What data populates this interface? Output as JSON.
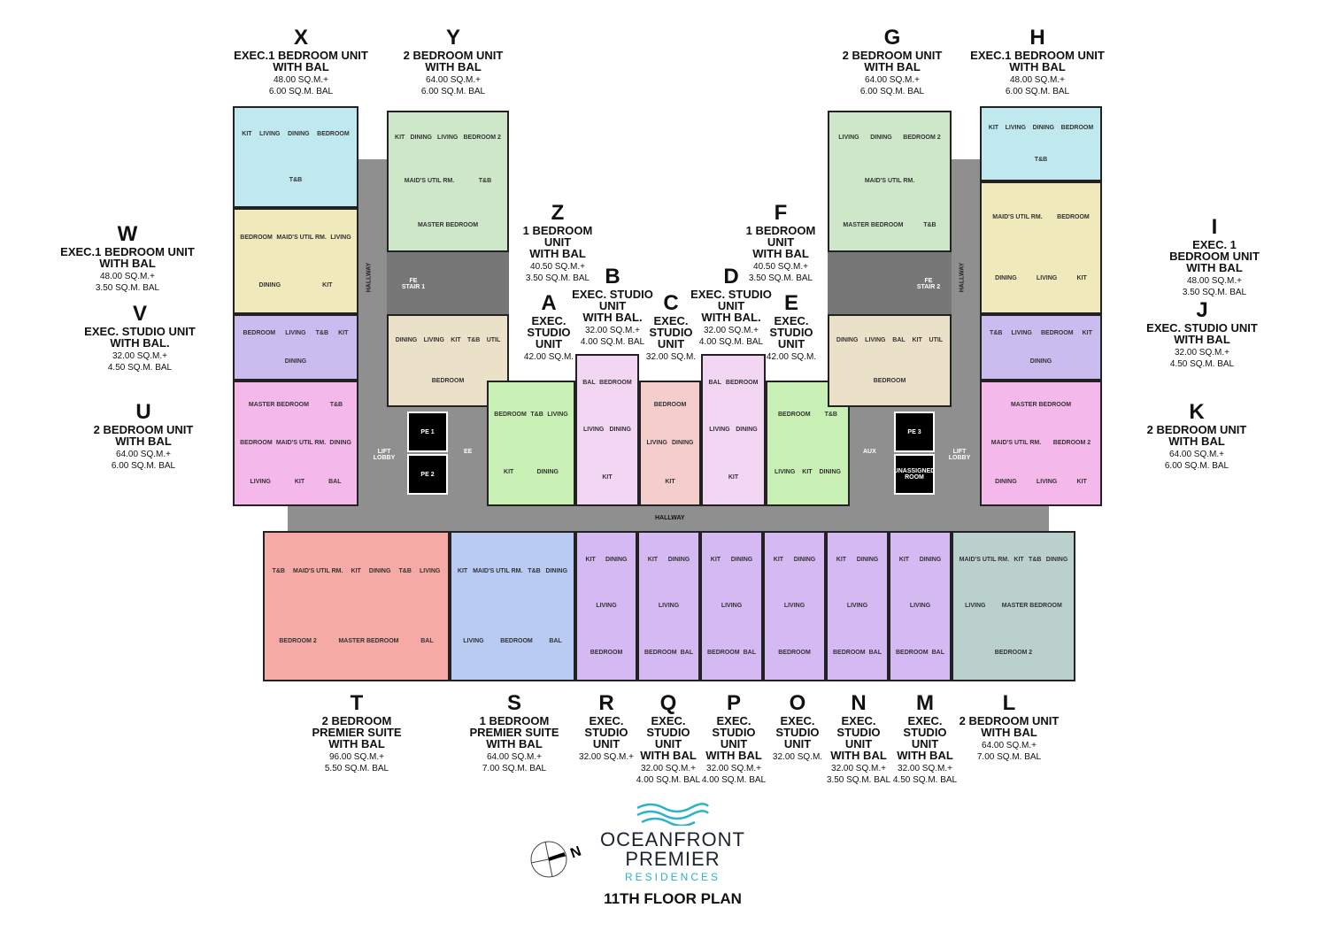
{
  "units": [
    {
      "id": "X",
      "type": "EXEC.1 BEDROOM UNIT\nWITH BAL",
      "area": "48.00 SQ.M.+\n6.00 SQ.M. BAL",
      "color": "#bfe9ee",
      "rooms": [
        "KIT",
        "LIVING",
        "DINING",
        "BEDROOM",
        "T&B"
      ]
    },
    {
      "id": "Y",
      "type": "2 BEDROOM UNIT\nWITH BAL",
      "area": "64.00 SQ.M.+\n6.00 SQ.M. BAL",
      "color": "#cfe7c9",
      "rooms": [
        "KIT",
        "DINING",
        "LIVING",
        "BEDROOM 2",
        "MAID'S UTIL RM.",
        "T&B",
        "MASTER BEDROOM"
      ]
    },
    {
      "id": "Z",
      "type": "1 BEDROOM\nUNIT\nWITH BAL",
      "area": "40.50 SQ.M.+\n3.50 SQ.M. BAL",
      "color": "#ebe1c9",
      "rooms": [
        "DINING",
        "LIVING",
        "KIT",
        "T&B",
        "UTIL",
        "BEDROOM"
      ]
    },
    {
      "id": "A",
      "type": "EXEC.\nSTUDIO\nUNIT",
      "area": "42.00 SQ.M.",
      "color": "#c9f0b4",
      "rooms": [
        "BEDROOM",
        "T&B",
        "LIVING",
        "KIT",
        "DINING"
      ]
    },
    {
      "id": "B",
      "type": "EXEC. STUDIO\nUNIT\nWITH BAL.",
      "area": "32.00 SQ.M.+\n4.00 SQ.M. BAL",
      "color": "#f3d6f3",
      "rooms": [
        "BAL",
        "BEDROOM",
        "LIVING",
        "DINING",
        "KIT"
      ]
    },
    {
      "id": "C",
      "type": "EXEC.\nSTUDIO\nUNIT",
      "area": "32.00 SQ.M.",
      "color": "#f6cdcd",
      "rooms": [
        "BEDROOM",
        "LIVING",
        "DINING",
        "KIT"
      ]
    },
    {
      "id": "D",
      "type": "EXEC. STUDIO\nUNIT\nWITH BAL.",
      "area": "32.00 SQ.M.+\n4.00 SQ.M. BAL",
      "color": "#f3d6f3",
      "rooms": [
        "BAL",
        "BEDROOM",
        "LIVING",
        "DINING",
        "KIT"
      ]
    },
    {
      "id": "E",
      "type": "EXEC.\nSTUDIO\nUNIT",
      "area": "42.00 SQ.M.",
      "color": "#c9f0b4",
      "rooms": [
        "BEDROOM",
        "T&B",
        "LIVING",
        "KIT",
        "DINING"
      ]
    },
    {
      "id": "F",
      "type": "1 BEDROOM\nUNIT\nWITH BAL",
      "area": "40.50 SQ.M.+\n3.50 SQ.M. BAL",
      "color": "#ebe1c9",
      "rooms": [
        "DINING",
        "LIVING",
        "BAL",
        "KIT",
        "UTIL",
        "BEDROOM"
      ]
    },
    {
      "id": "G",
      "type": "2 BEDROOM UNIT\nWITH BAL",
      "area": "64.00 SQ.M.+\n6.00 SQ.M. BAL",
      "color": "#cfe7c9",
      "rooms": [
        "LIVING",
        "DINING",
        "BEDROOM 2",
        "MAID'S UTIL RM.",
        "MASTER BEDROOM",
        "T&B"
      ]
    },
    {
      "id": "H",
      "type": "EXEC.1 BEDROOM UNIT\nWITH BAL",
      "area": "48.00 SQ.M.+\n6.00 SQ.M. BAL",
      "color": "#bfe9ee",
      "rooms": [
        "KIT",
        "LIVING",
        "DINING",
        "BEDROOM",
        "T&B"
      ]
    },
    {
      "id": "I",
      "type": "EXEC. 1 BEDROOM UNIT\nWITH BAL",
      "area": "48.00 SQ.M.+\n3.50 SQ.M. BAL",
      "color": "#efe9bb",
      "rooms": [
        "MAID'S UTIL RM.",
        "BEDROOM",
        "DINING",
        "LIVING",
        "KIT"
      ]
    },
    {
      "id": "J",
      "type": "EXEC. STUDIO UNIT\nWITH BAL",
      "area": "32.00 SQ.M.+\n4.50 SQ.M. BAL",
      "color": "#cbbcf0",
      "rooms": [
        "T&B",
        "LIVING",
        "BEDROOM",
        "KIT",
        "DINING"
      ]
    },
    {
      "id": "K",
      "type": "2 BEDROOM UNIT\nWITH BAL",
      "area": "64.00 SQ.M.+\n6.00 SQ.M. BAL",
      "color": "#f5b8eb",
      "rooms": [
        "MASTER BEDROOM",
        "MAID'S UTIL RM.",
        "BEDROOM 2",
        "DINING",
        "LIVING",
        "KIT"
      ]
    },
    {
      "id": "L",
      "type": "2 BEDROOM UNIT\nWITH BAL",
      "area": "64.00 SQ.M.+\n7.00 SQ.M. BAL",
      "color": "#b9d0cd",
      "rooms": [
        "MAID'S UTIL RM.",
        "KIT",
        "T&B",
        "DINING",
        "LIVING",
        "MASTER BEDROOM",
        "BEDROOM 2"
      ]
    },
    {
      "id": "M",
      "type": "EXEC.\nSTUDIO\nUNIT\nWITH BAL",
      "area": "32.00 SQ.M.+\n4.50 SQ.M. BAL",
      "color": "#d5b9f3",
      "rooms": [
        "KIT",
        "DINING",
        "LIVING",
        "BEDROOM",
        "BAL"
      ]
    },
    {
      "id": "N",
      "type": "EXEC.\nSTUDIO\nUNIT\nWITH BAL",
      "area": "32.00 SQ.M.+\n3.50 SQ.M. BAL",
      "color": "#d5b9f3",
      "rooms": [
        "KIT",
        "DINING",
        "LIVING",
        "BEDROOM",
        "BAL"
      ]
    },
    {
      "id": "O",
      "type": "EXEC.\nSTUDIO\nUNIT",
      "area": "32.00 SQ.M.",
      "color": "#d5b9f3",
      "rooms": [
        "KIT",
        "DINING",
        "LIVING",
        "BEDROOM"
      ]
    },
    {
      "id": "P",
      "type": "EXEC.\nSTUDIO\nUNIT\nWITH BAL",
      "area": "32.00 SQ.M.+\n4.00 SQ.M. BAL",
      "color": "#d5b9f3",
      "rooms": [
        "KIT",
        "DINING",
        "LIVING",
        "BEDROOM",
        "BAL"
      ]
    },
    {
      "id": "Q",
      "type": "EXEC.\nSTUDIO\nUNIT\nWITH BAL",
      "area": "32.00 SQ.M.+\n4.00 SQ.M. BAL",
      "color": "#d5b9f3",
      "rooms": [
        "KIT",
        "DINING",
        "LIVING",
        "BEDROOM",
        "BAL"
      ]
    },
    {
      "id": "R",
      "type": "EXEC.\nSTUDIO\nUNIT",
      "area": "32.00 SQ.M.+",
      "color": "#d5b9f3",
      "rooms": [
        "KIT",
        "DINING",
        "LIVING",
        "BEDROOM"
      ]
    },
    {
      "id": "S",
      "type": "1 BEDROOM\nPREMIER SUITE\nWITH BAL",
      "area": "64.00 SQ.M.+\n7.00 SQ.M. BAL",
      "color": "#b9caf3",
      "rooms": [
        "KIT",
        "MAID'S UTIL RM.",
        "T&B",
        "DINING",
        "LIVING",
        "BEDROOM",
        "BAL"
      ]
    },
    {
      "id": "T",
      "type": "2 BEDROOM\nPREMIER SUITE\nWITH BAL",
      "area": "96.00 SQ.M.+\n5.50 SQ.M. BAL",
      "color": "#f5aaa6",
      "rooms": [
        "T&B",
        "MAID'S UTIL RM.",
        "KIT",
        "DINING",
        "T&B",
        "LIVING",
        "BEDROOM 2",
        "MASTER BEDROOM",
        "BAL"
      ]
    },
    {
      "id": "U",
      "type": "2 BEDROOM UNIT\nWITH BAL",
      "area": "64.00 SQ.M.+\n6.00 SQ.M. BAL",
      "color": "#f5b8eb",
      "rooms": [
        "MASTER BEDROOM",
        "T&B",
        "BEDROOM",
        "MAID'S UTIL RM.",
        "DINING",
        "LIVING",
        "KIT",
        "BAL"
      ]
    },
    {
      "id": "V",
      "type": "EXEC. STUDIO UNIT\nWITH BAL.",
      "area": "32.00 SQ.M.+\n4.50 SQ.M. BAL",
      "color": "#cbbcf0",
      "rooms": [
        "BEDROOM",
        "LIVING",
        "T&B",
        "KIT",
        "DINING"
      ]
    },
    {
      "id": "W",
      "type": "EXEC.1 BEDROOM UNIT\nWITH BAL",
      "area": "48.00 SQ.M.+\n3.50 SQ.M. BAL",
      "color": "#efe9bb",
      "rooms": [
        "BEDROOM",
        "MAID'S UTIL RM.",
        "LIVING",
        "DINING",
        "KIT"
      ]
    }
  ],
  "common": {
    "hallway": "HALLWAY",
    "lift_lobby": "LIFT LOBBY",
    "pe1": "PE 1",
    "pe2": "PE 2",
    "pe3": "PE 3",
    "ee": "EE",
    "aux": "AUX",
    "unassigned": "UNASSIGNED ROOM",
    "fe_stair1": "FE STAIR 1",
    "fe_stair2": "FE STAIR 2"
  },
  "logo": {
    "line1": "OCEANFRONT",
    "line2": "PREMIER",
    "line3": "RESIDENCES",
    "wave_color": "#2bb3c8"
  },
  "compass": "N",
  "title": "11TH FLOOR PLAN"
}
